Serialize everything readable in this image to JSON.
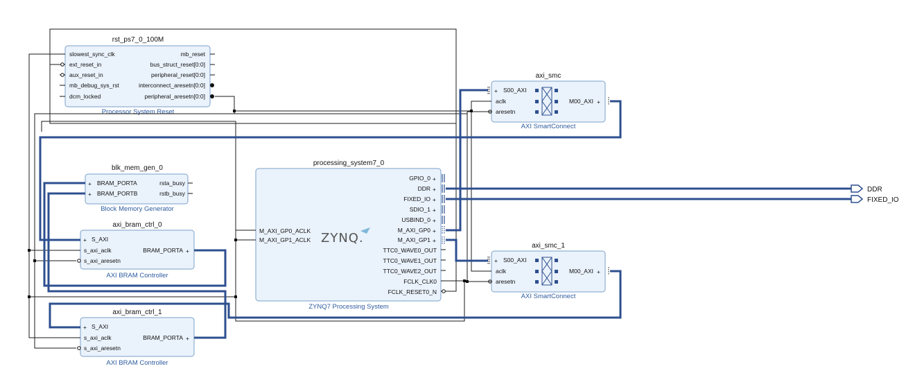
{
  "blocks": {
    "rst": {
      "title": "rst_ps7_0_100M",
      "subtitle": "Processor System Reset",
      "ports_left": [
        "slowest_sync_clk",
        "ext_reset_in",
        "aux_reset_in",
        "mb_debug_sys_rst",
        "dcm_locked"
      ],
      "ports_right": [
        "mb_reset",
        "bus_struct_reset[0:0]",
        "peripheral_reset[0:0]",
        "interconnect_aresetn[0:0]",
        "peripheral_aresetn[0:0]"
      ]
    },
    "axi_smc": {
      "title": "axi_smc",
      "subtitle": "AXI SmartConnect",
      "ports_left": [
        "S00_AXI",
        "aclk",
        "aresetn"
      ],
      "ports_right": [
        "M00_AXI"
      ]
    },
    "blk_mem": {
      "title": "blk_mem_gen_0",
      "subtitle": "Block Memory Generator",
      "ports_left": [
        "BRAM_PORTA",
        "BRAM_PORTB"
      ],
      "ports_right": [
        "rsta_busy",
        "rstb_busy"
      ]
    },
    "ps7": {
      "title": "processing_system7_0",
      "subtitle": "ZYNQ7 Processing System",
      "logo": "ZYNQ.",
      "ports_left": [
        "M_AXI_GP0_ACLK",
        "M_AXI_GP1_ACLK"
      ],
      "ports_right": [
        "GPIO_0",
        "DDR",
        "FIXED_IO",
        "SDIO_1",
        "USBIND_0",
        "M_AXI_GP0",
        "M_AXI_GP1",
        "TTC0_WAVE0_OUT",
        "TTC0_WAVE1_OUT",
        "TTC0_WAVE2_OUT",
        "FCLK_CLK0",
        "FCLK_RESET0_N"
      ]
    },
    "bram0": {
      "title": "axi_bram_ctrl_0",
      "subtitle": "AXI BRAM Controller",
      "ports_left": [
        "S_AXI",
        "s_axi_aclk",
        "s_axi_aresetn"
      ],
      "ports_right": [
        "BRAM_PORTA"
      ]
    },
    "axi_smc_1": {
      "title": "axi_smc_1",
      "subtitle": "AXI SmartConnect",
      "ports_left": [
        "S00_AXI",
        "aclk",
        "aresetn"
      ],
      "ports_right": [
        "M00_AXI"
      ]
    },
    "bram1": {
      "title": "axi_bram_ctrl_1",
      "subtitle": "AXI BRAM Controller",
      "ports_left": [
        "S_AXI",
        "s_axi_aclk",
        "s_axi_aresetn"
      ],
      "ports_right": [
        "BRAM_PORTA"
      ]
    }
  },
  "external_ports": [
    "DDR",
    "FIXED_IO"
  ],
  "colors": {
    "block_fill": "#eaf2fb",
    "block_border": "#7aa0c8",
    "bus": "#2d4f8f",
    "wire": "#1a1a1a",
    "subtitle": "#2e5c9e"
  }
}
